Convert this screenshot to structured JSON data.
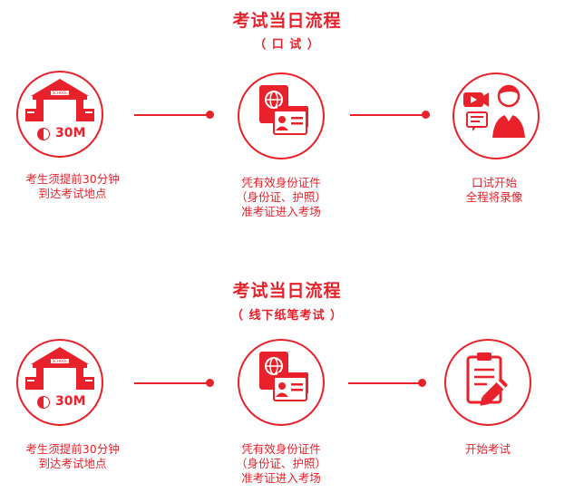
{
  "colors": {
    "accent": "#e8212a"
  },
  "section1": {
    "title": "考试当日流程",
    "subtitle": "（ 口 试 ）",
    "steps": [
      {
        "icon": "school-gate-icon",
        "badge": "30M",
        "caption": "考生须提前30分钟\n到达考试地点"
      },
      {
        "icon": "passport-id-card-icon",
        "caption": "凭有效身份证件\n（身份证、护照）\n准考证进入考场"
      },
      {
        "icon": "video-recording-person-icon",
        "caption": "口试开始\n全程将录像"
      }
    ]
  },
  "section2": {
    "title": "考试当日流程",
    "subtitle": "（ 线下纸笔考试 ）",
    "steps": [
      {
        "icon": "school-gate-icon",
        "badge": "30M",
        "caption": "考生须提前30分钟\n到达考试地点"
      },
      {
        "icon": "passport-id-card-icon",
        "caption": "凭有效身份证件\n（身份证、护照）\n准考证进入考场"
      },
      {
        "icon": "clipboard-pen-icon",
        "caption": "开始考试"
      }
    ]
  }
}
